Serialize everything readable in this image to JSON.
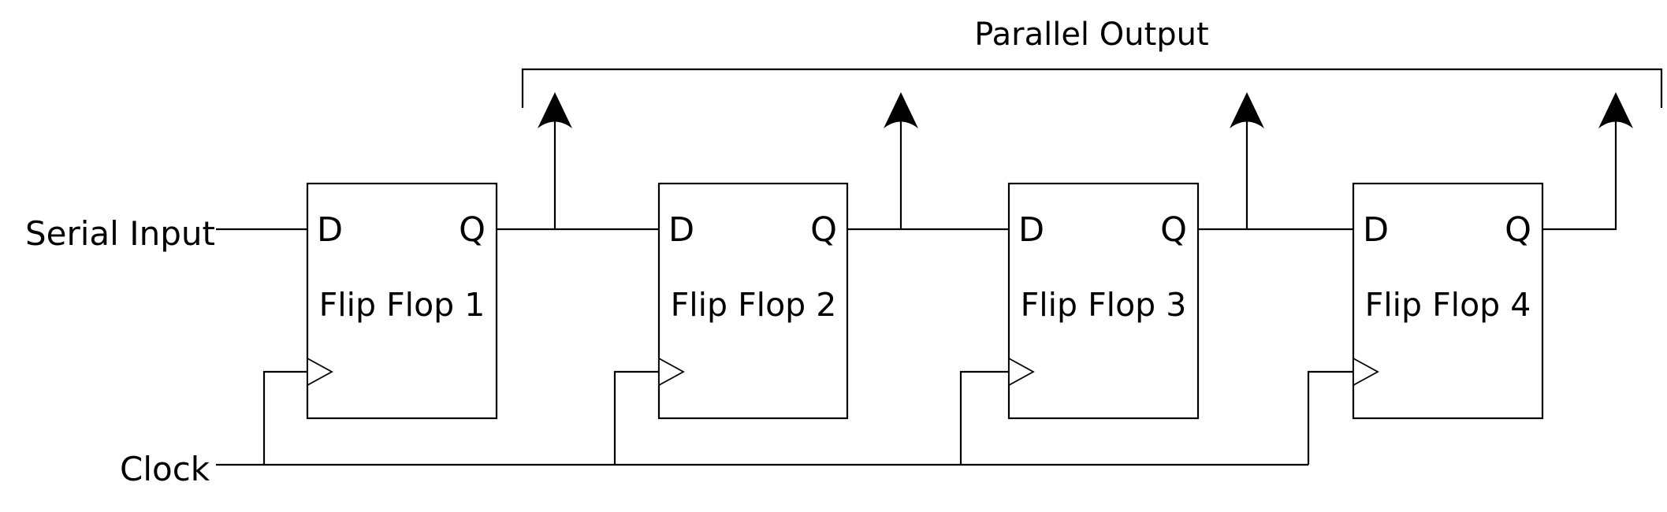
{
  "labels": {
    "serial_input": "Serial Input",
    "clock": "Clock",
    "parallel_output": "Parallel Output"
  },
  "flip_flops": [
    {
      "name": "Flip Flop 1",
      "d": "D",
      "q": "Q"
    },
    {
      "name": "Flip Flop 2",
      "d": "D",
      "q": "Q"
    },
    {
      "name": "Flip Flop 3",
      "d": "D",
      "q": "Q"
    },
    {
      "name": "Flip Flop 4",
      "d": "D",
      "q": "Q"
    }
  ],
  "colors": {
    "line": "#000000",
    "background": "#ffffff"
  }
}
